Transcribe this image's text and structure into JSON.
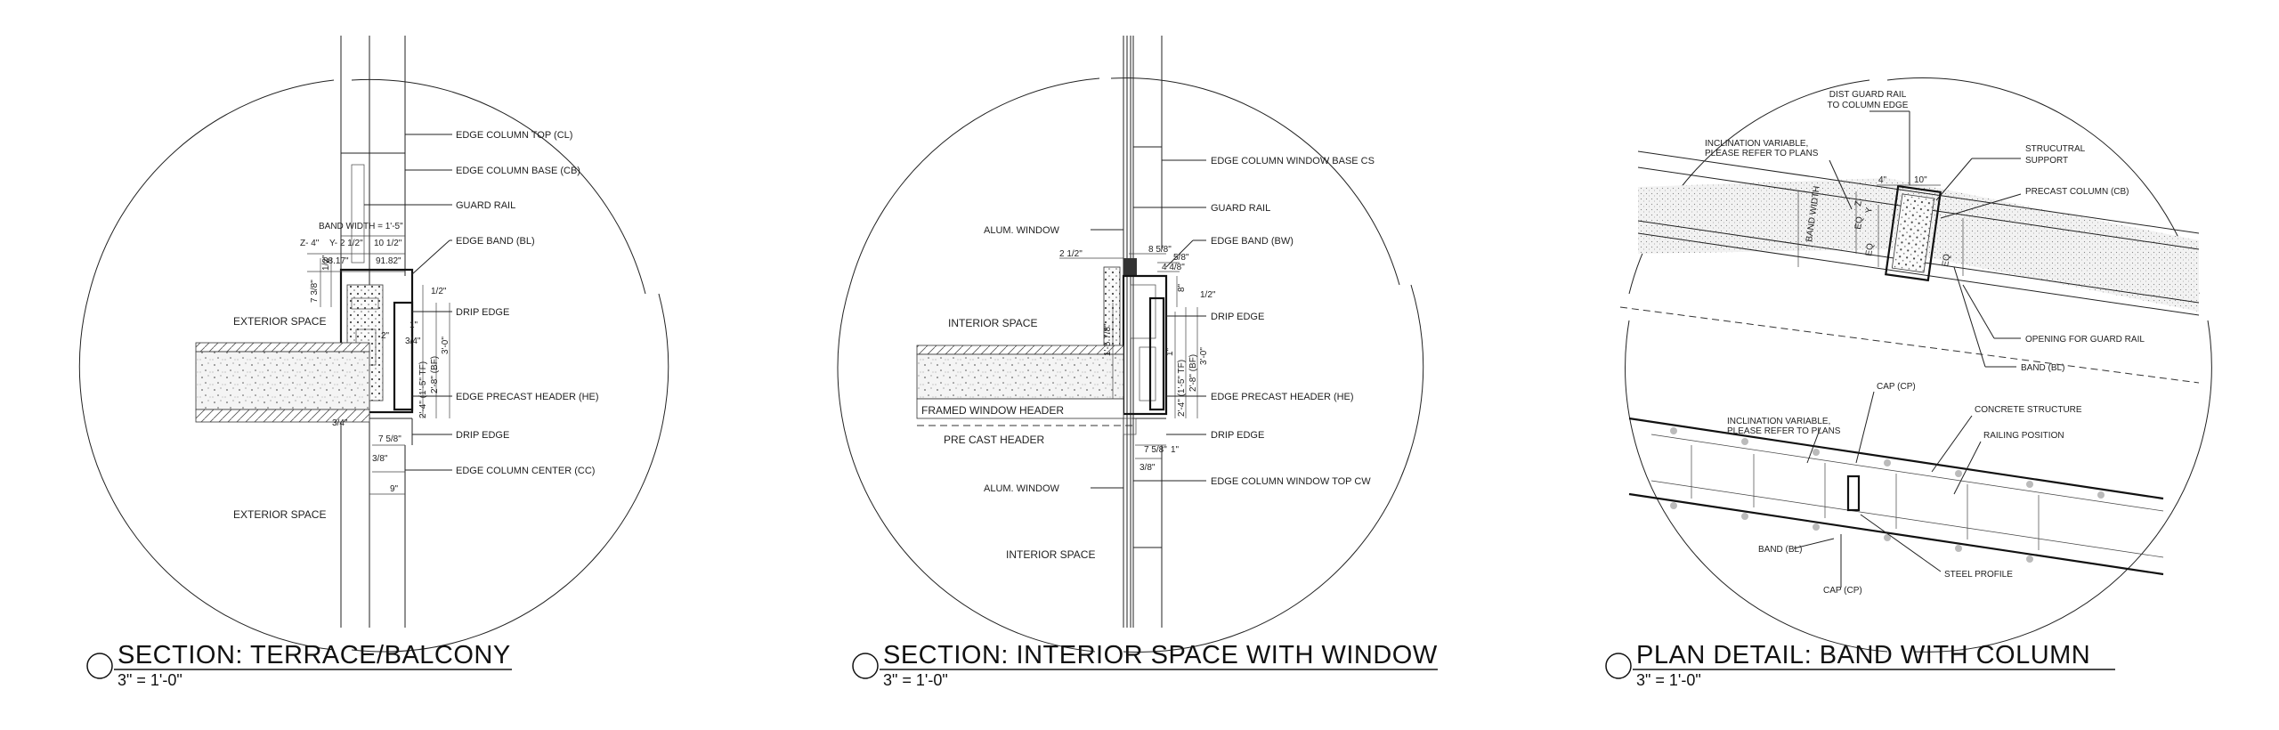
{
  "details": [
    {
      "title": "SECTION: TERRACE/BALCONY",
      "scale": "3\" = 1'-0\"",
      "spaces": [
        "EXTERIOR SPACE",
        "EXTERIOR SPACE"
      ],
      "callouts": [
        "EDGE COLUMN TOP (CL)",
        "EDGE COLUMN BASE (CB)",
        "GUARD RAIL",
        "EDGE BAND (BL)",
        "DRIP EDGE",
        "EDGE PRECAST HEADER (HE)",
        "DRIP EDGE",
        "EDGE COLUMN CENTER (CC)"
      ],
      "dims": [
        "BAND WIDTH = 1'-5\"",
        "Z- 4\"",
        "Y- 2 1/2\"",
        "10 1/2\"",
        "88.17\"",
        "91.82\"",
        "7 3/8\"",
        "1/2\"",
        "1/2\"",
        "1\"",
        "3/4\"",
        "2\"",
        "3'-0\"",
        "2'-4\" (1'-5\" TF)",
        "2'-8\" (BF)",
        "3/4\"",
        "7 5/8\"",
        "3/8\"",
        "9\""
      ]
    },
    {
      "title": "SECTION: INTERIOR SPACE WITH WINDOW",
      "scale": "3\" = 1'-0\"",
      "spaces": [
        "INTERIOR SPACE",
        "FRAMED WINDOW HEADER",
        "PRE CAST HEADER",
        "INTERIOR SPACE"
      ],
      "callouts": [
        "EDGE COLUMN WINDOW BASE  CS",
        "GUARD RAIL",
        "ALUM. WINDOW",
        "EDGE BAND (BW)",
        "DRIP EDGE",
        "EDGE PRECAST HEADER (HE)",
        "DRIP EDGE",
        "ALUM. WINDOW",
        "EDGE COLUMN WINDOW TOP  CW"
      ],
      "dims": [
        "8 5/8\"",
        "2 1/2\"",
        "5/8\"",
        "4 4/8\"",
        "1/2\"",
        "8\"",
        "1'-5 7/8\"",
        "1\"",
        "3'-0\"",
        "2'-4\" (1'-5\" TF)",
        "2'-8\" (BF)",
        "7 5/8\"",
        "1\"",
        "3/8\""
      ]
    },
    {
      "title": "PLAN DETAIL: BAND WITH COLUMN",
      "scale": "3\" = 1'-0\"",
      "callouts": [
        "DIST GUARD RAIL TO COLUMN EDGE",
        "INCLINATION VARIABLE, PLEASE REFER TO PLANS",
        "STRUCUTRAL SUPPORT",
        "PRECAST COLUMN (CB)",
        "OPENING FOR GUARD RAIL",
        "BAND (BL)",
        "CAP (CP)",
        "INCLINATION VARIABLE, PLEASE REFER TO PLANS",
        "CONCRETE STRUCTURE",
        "RAILING POSITION",
        "BAND (BL)",
        "STEEL PROFILE",
        "CAP (CP)"
      ],
      "dims": [
        "4\"",
        "10\"",
        "BAND WIDTH",
        "EQ",
        "EQ",
        "EQ",
        "Z",
        "Y"
      ]
    }
  ]
}
